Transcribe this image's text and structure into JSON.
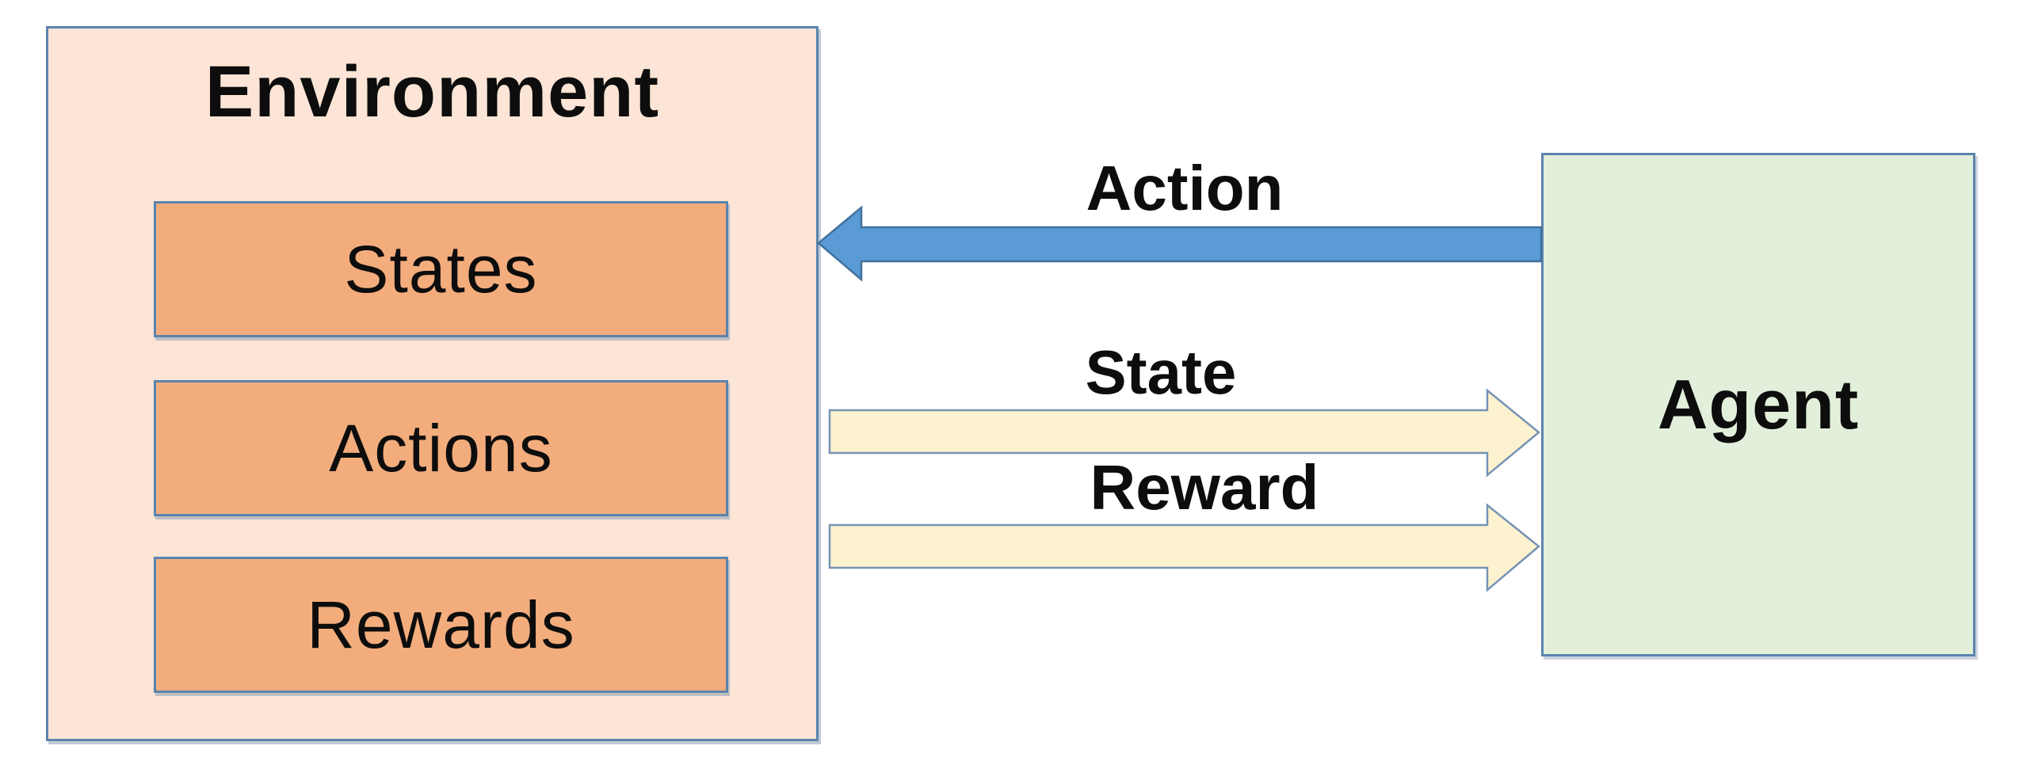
{
  "environment": {
    "title": "Environment",
    "items": [
      {
        "label": "States"
      },
      {
        "label": "Actions"
      },
      {
        "label": "Rewards"
      }
    ]
  },
  "agent": {
    "title": "Agent"
  },
  "arrows": [
    {
      "label": "Action",
      "direction": "left",
      "from": "Agent",
      "to": "Environment"
    },
    {
      "label": "State",
      "direction": "right",
      "from": "Environment",
      "to": "Agent"
    },
    {
      "label": "Reward",
      "direction": "right",
      "from": "Environment",
      "to": "Agent"
    }
  ],
  "colors": {
    "background": "#ffffff",
    "environment_fill": "#fce5d6",
    "environment_border": "#5b84ae",
    "item_fill": "#f3ad7d",
    "item_border": "#5b84ae",
    "agent_fill": "#e2efda",
    "agent_border": "#5b84ae",
    "action_arrow_fill": "#5b9bd5",
    "action_arrow_border": "#41719c",
    "feedback_arrow_fill": "#fdf2cf",
    "feedback_arrow_border": "#7693b5",
    "text": "#0d0d0d"
  }
}
